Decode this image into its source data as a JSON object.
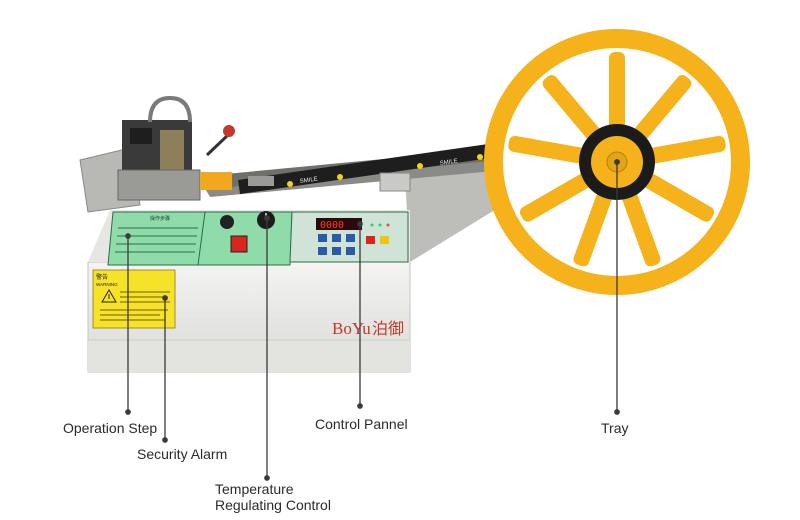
{
  "machine": {
    "brand_latin": "BoYu",
    "brand_cjk": "泊御",
    "warning_title": "警告",
    "warning_title_en": "WARNING",
    "step_panel_title": "操作步骤",
    "tape_print": "SMILE",
    "display_reading": "0000",
    "colors": {
      "reel": "#f5b21a",
      "panel_green": "#8fdcaa",
      "body": "#ececea",
      "label_yellow": "#f7e22a"
    }
  },
  "callouts": {
    "operation_step": "Operation Step",
    "security_alarm": "Security Alarm",
    "temperature_line1": "Temperature",
    "temperature_line2": "Regulating Control",
    "control_panel": "Control Pannel",
    "tray": "Tray"
  }
}
